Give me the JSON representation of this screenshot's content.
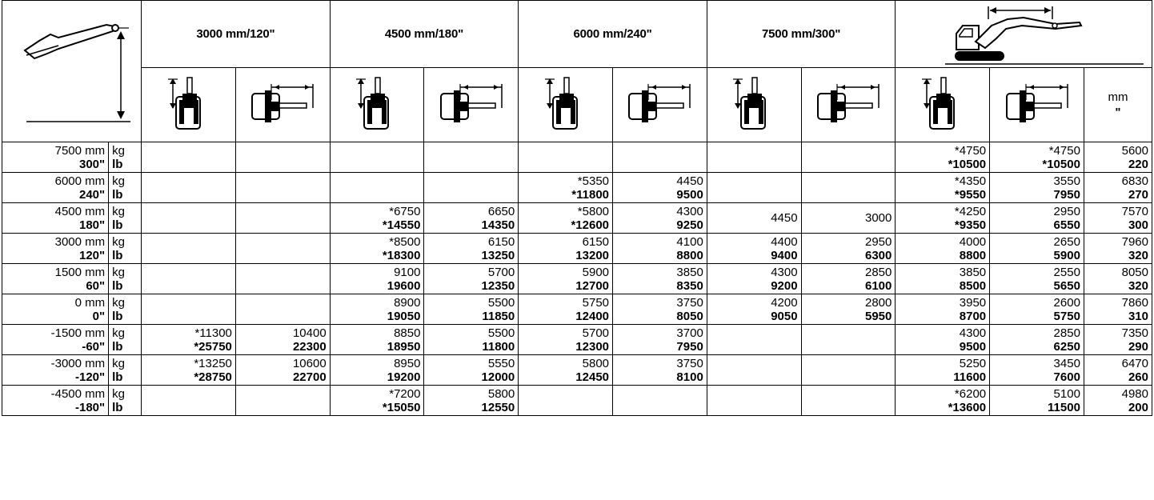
{
  "columns": {
    "ranges": [
      "3000 mm/120\"",
      "4500 mm/180\"",
      "6000 mm/240\"",
      "7500 mm/300\""
    ],
    "reach_unit_metric": "mm",
    "reach_unit_imperial": "\""
  },
  "icons": {
    "header_diagram": "boom-height-diagram-icon",
    "max_reach_diagram": "excavator-max-reach-icon",
    "over_front": "over-front-lift-icon",
    "over_side": "over-side-lift-icon"
  },
  "rows": [
    {
      "h_metric": "7500 mm",
      "h_imperial": "300\"",
      "u1": "kg",
      "u2": "lb",
      "cells": [
        [
          "",
          ""
        ],
        [
          "",
          ""
        ],
        [
          "",
          ""
        ],
        [
          "",
          ""
        ],
        [
          "",
          ""
        ],
        [
          "",
          ""
        ],
        [
          "",
          ""
        ],
        [
          "",
          ""
        ],
        [
          "*4750",
          "*10500"
        ],
        [
          "*4750",
          "*10500"
        ],
        [
          "5600",
          "220"
        ]
      ]
    },
    {
      "h_metric": "6000 mm",
      "h_imperial": "240\"",
      "u1": "kg",
      "u2": "lb",
      "cells": [
        [
          "",
          ""
        ],
        [
          "",
          ""
        ],
        [
          "",
          ""
        ],
        [
          "",
          ""
        ],
        [
          "*5350",
          "*11800"
        ],
        [
          "4450",
          "9500"
        ],
        [
          "",
          ""
        ],
        [
          "",
          ""
        ],
        [
          "*4350",
          "*9550"
        ],
        [
          "3550",
          "7950"
        ],
        [
          "6830",
          "270"
        ]
      ]
    },
    {
      "h_metric": "4500 mm",
      "h_imperial": "180\"",
      "u1": "kg",
      "u2": "lb",
      "cells": [
        [
          "",
          ""
        ],
        [
          "",
          ""
        ],
        [
          "*6750",
          "*14550"
        ],
        [
          "6650",
          "14350"
        ],
        [
          "*5800",
          "*12600"
        ],
        [
          "4300",
          "9250"
        ],
        [
          "4450",
          ""
        ],
        [
          "3000",
          ""
        ],
        [
          "*4250",
          "*9350"
        ],
        [
          "2950",
          "6550"
        ],
        [
          "7570",
          "300"
        ]
      ]
    },
    {
      "h_metric": "3000 mm",
      "h_imperial": "120\"",
      "u1": "kg",
      "u2": "lb",
      "cells": [
        [
          "",
          ""
        ],
        [
          "",
          ""
        ],
        [
          "*8500",
          "*18300"
        ],
        [
          "6150",
          "13250"
        ],
        [
          "6150",
          "13200"
        ],
        [
          "4100",
          "8800"
        ],
        [
          "4400",
          "9400"
        ],
        [
          "2950",
          "6300"
        ],
        [
          "4000",
          "8800"
        ],
        [
          "2650",
          "5900"
        ],
        [
          "7960",
          "320"
        ]
      ]
    },
    {
      "h_metric": "1500 mm",
      "h_imperial": "60\"",
      "u1": "kg",
      "u2": "lb",
      "cells": [
        [
          "",
          ""
        ],
        [
          "",
          ""
        ],
        [
          "9100",
          "19600"
        ],
        [
          "5700",
          "12350"
        ],
        [
          "5900",
          "12700"
        ],
        [
          "3850",
          "8350"
        ],
        [
          "4300",
          "9200"
        ],
        [
          "2850",
          "6100"
        ],
        [
          "3850",
          "8500"
        ],
        [
          "2550",
          "5650"
        ],
        [
          "8050",
          "320"
        ]
      ]
    },
    {
      "h_metric": "0 mm",
      "h_imperial": "0\"",
      "u1": "kg",
      "u2": "lb",
      "cells": [
        [
          "",
          ""
        ],
        [
          "",
          ""
        ],
        [
          "8900",
          "19050"
        ],
        [
          "5500",
          "11850"
        ],
        [
          "5750",
          "12400"
        ],
        [
          "3750",
          "8050"
        ],
        [
          "4200",
          "9050"
        ],
        [
          "2800",
          "5950"
        ],
        [
          "3950",
          "8700"
        ],
        [
          "2600",
          "5750"
        ],
        [
          "7860",
          "310"
        ]
      ]
    },
    {
      "h_metric": "-1500 mm",
      "h_imperial": "-60\"",
      "u1": "kg",
      "u2": "lb",
      "cells": [
        [
          "*11300",
          "*25750"
        ],
        [
          "10400",
          "22300"
        ],
        [
          "8850",
          "18950"
        ],
        [
          "5500",
          "11800"
        ],
        [
          "5700",
          "12300"
        ],
        [
          "3700",
          "7950"
        ],
        [
          "",
          ""
        ],
        [
          "",
          ""
        ],
        [
          "4300",
          "9500"
        ],
        [
          "2850",
          "6250"
        ],
        [
          "7350",
          "290"
        ]
      ]
    },
    {
      "h_metric": "-3000 mm",
      "h_imperial": "-120\"",
      "u1": "kg",
      "u2": "lb",
      "cells": [
        [
          "*13250",
          "*28750"
        ],
        [
          "10600",
          "22700"
        ],
        [
          "8950",
          "19200"
        ],
        [
          "5550",
          "12000"
        ],
        [
          "5800",
          "12450"
        ],
        [
          "3750",
          "8100"
        ],
        [
          "",
          ""
        ],
        [
          "",
          ""
        ],
        [
          "5250",
          "11600"
        ],
        [
          "3450",
          "7600"
        ],
        [
          "6470",
          "260"
        ]
      ]
    },
    {
      "h_metric": "-4500 mm",
      "h_imperial": "-180\"",
      "u1": "kg",
      "u2": "lb",
      "cells": [
        [
          "",
          ""
        ],
        [
          "",
          ""
        ],
        [
          "*7200",
          "*15050"
        ],
        [
          "5800",
          "12550"
        ],
        [
          "",
          ""
        ],
        [
          "",
          ""
        ],
        [
          "",
          ""
        ],
        [
          "",
          ""
        ],
        [
          "*6200",
          "*13600"
        ],
        [
          "5100",
          "11500"
        ],
        [
          "4980",
          "200"
        ]
      ]
    }
  ]
}
